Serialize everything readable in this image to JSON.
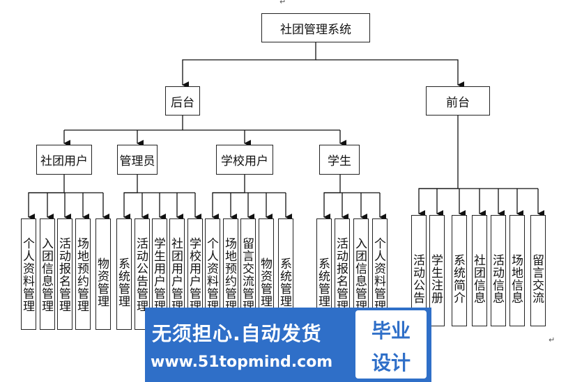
{
  "diagram": {
    "root": "社团管理系统",
    "backend": {
      "label": "后台",
      "groups": [
        {
          "label": "社团用户",
          "items": [
            "个人资料管理",
            "入团信息管理",
            "活动报名管理",
            "场地预约管理",
            "物资管理"
          ]
        },
        {
          "label": "管理员",
          "items": [
            "系统管理",
            "活动公告管理",
            "学生用户管理",
            "社团用户管理",
            "学校用户管理"
          ]
        },
        {
          "label": "学校用户",
          "items": [
            "个人资料管理",
            "场地预约管理",
            "留言交流管理",
            "物资管理",
            "系统管理"
          ]
        },
        {
          "label": "学生",
          "items": [
            "系统管理",
            "活动报名管理",
            "入团信息管理",
            "个人资料管理"
          ]
        }
      ]
    },
    "frontend": {
      "label": "前台",
      "items": [
        "活动公告",
        "学生注册",
        "系统简介",
        "社团信息",
        "活动信息",
        "场地信息",
        "留言交流"
      ]
    }
  },
  "marks": {
    "paragraph_top": "↵",
    "paragraph_bottom": "↵"
  },
  "watermark": {
    "line1": "无须担心.自动发货",
    "line2": "www.51topmind.com",
    "badge_top": "毕业",
    "badge_bottom": "设计"
  }
}
